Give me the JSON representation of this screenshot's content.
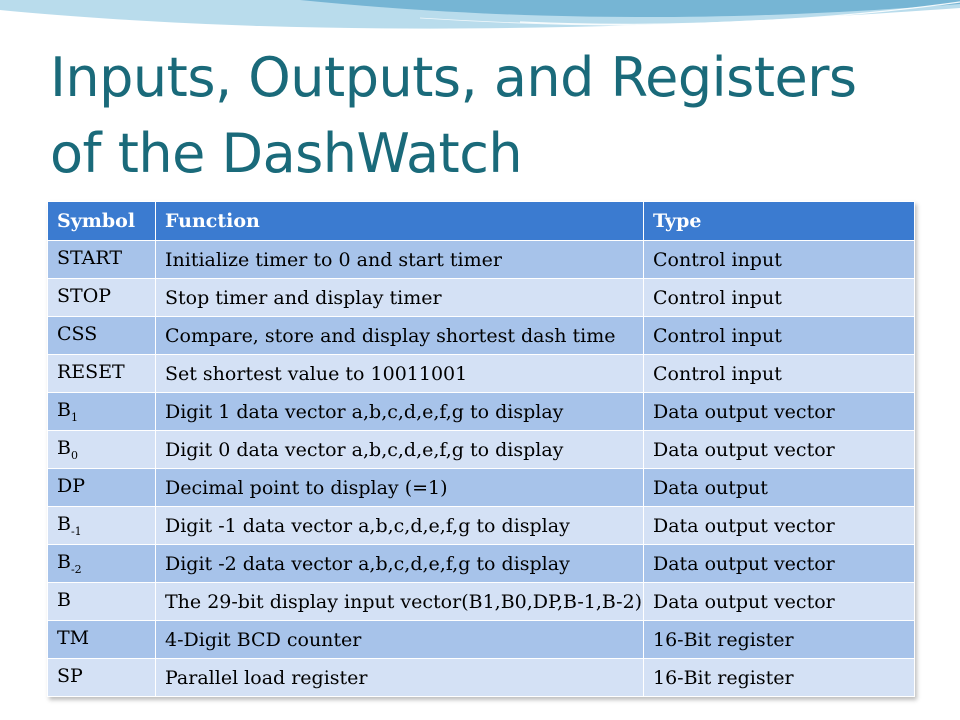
{
  "slide": {
    "title_line1": "Inputs, Outputs, and Registers",
    "title_line2": "of the DashWatch"
  },
  "colors": {
    "title": "#1a6a7a",
    "header_bg": "#3b7bd0",
    "row_dark": "#a7c3ea",
    "row_light": "#d4e1f5",
    "swoosh": "#5aa3c8"
  },
  "table": {
    "headers": [
      "Symbol",
      "Function",
      "Type"
    ],
    "rows": [
      {
        "symbol": "START",
        "symbol_sub": "",
        "function": "Initialize timer to 0 and start timer",
        "type": "Control input"
      },
      {
        "symbol": "STOP",
        "symbol_sub": "",
        "function": "Stop timer and display timer",
        "type": "Control input"
      },
      {
        "symbol": "CSS",
        "symbol_sub": "",
        "function": "Compare, store and display shortest dash time",
        "type": "Control input"
      },
      {
        "symbol": "RESET",
        "symbol_sub": "",
        "function": "Set shortest value to 10011001",
        "type": "Control input"
      },
      {
        "symbol": "B",
        "symbol_sub": "1",
        "function": "Digit 1 data vector a,b,c,d,e,f,g to display",
        "type": "Data output vector"
      },
      {
        "symbol": "B",
        "symbol_sub": "0",
        "function": "Digit 0 data vector a,b,c,d,e,f,g to display",
        "type": "Data output vector"
      },
      {
        "symbol": "DP",
        "symbol_sub": "",
        "function": "Decimal point to display (=1)",
        "type": "Data output"
      },
      {
        "symbol": "B",
        "symbol_sub": "-1",
        "function": "Digit -1 data vector a,b,c,d,e,f,g to display",
        "type": "Data output vector"
      },
      {
        "symbol": "B",
        "symbol_sub": "-2",
        "function": "Digit -2 data vector a,b,c,d,e,f,g to display",
        "type": "Data output vector"
      },
      {
        "symbol": "B",
        "symbol_sub": "",
        "function": "The 29-bit display input vector(B1,B0,DP,B-1,B-2)",
        "type": "Data output vector"
      },
      {
        "symbol": "TM",
        "symbol_sub": "",
        "function": "4-Digit BCD counter",
        "type": "16-Bit register"
      },
      {
        "symbol": "SP",
        "symbol_sub": "",
        "function": "Parallel load register",
        "type": "16-Bit register"
      }
    ]
  }
}
